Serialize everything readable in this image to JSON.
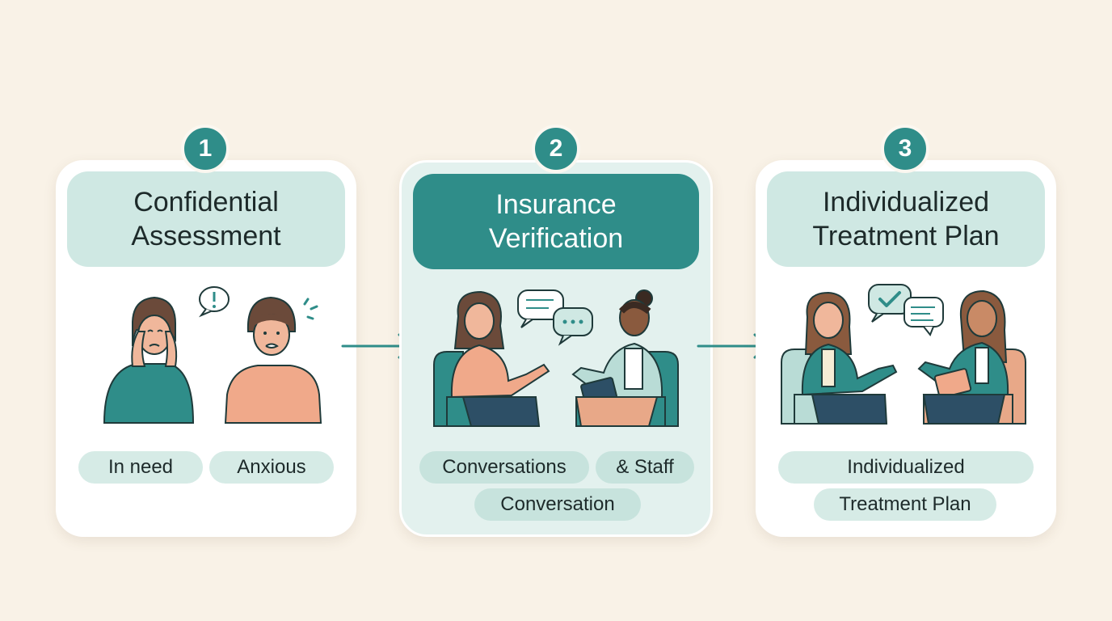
{
  "steps": [
    {
      "number": "1",
      "title_line1": "Confidential",
      "title_line2": "Assessment",
      "tags": [
        "In need",
        "Anxious"
      ]
    },
    {
      "number": "2",
      "title_line1": "Insurance",
      "title_line2": "Verification",
      "tags": [
        "Conversations",
        "& Staff",
        "Conversation"
      ]
    },
    {
      "number": "3",
      "title_line1": "Individualized",
      "title_line2": "Treatment Plan",
      "tags": [
        "Individualized",
        "Treatment Plan"
      ]
    }
  ],
  "colors": {
    "background": "#f9f2e7",
    "accent": "#2f8d89",
    "header_light": "#cfe8e3",
    "tag": "#d6ebe6"
  },
  "icons": [
    "person-holding-face-icon",
    "worried-person-icon",
    "seated-conversation-icon",
    "speech-bubble-icon",
    "checkmark-bubble-icon",
    "arrow-right-icon"
  ]
}
